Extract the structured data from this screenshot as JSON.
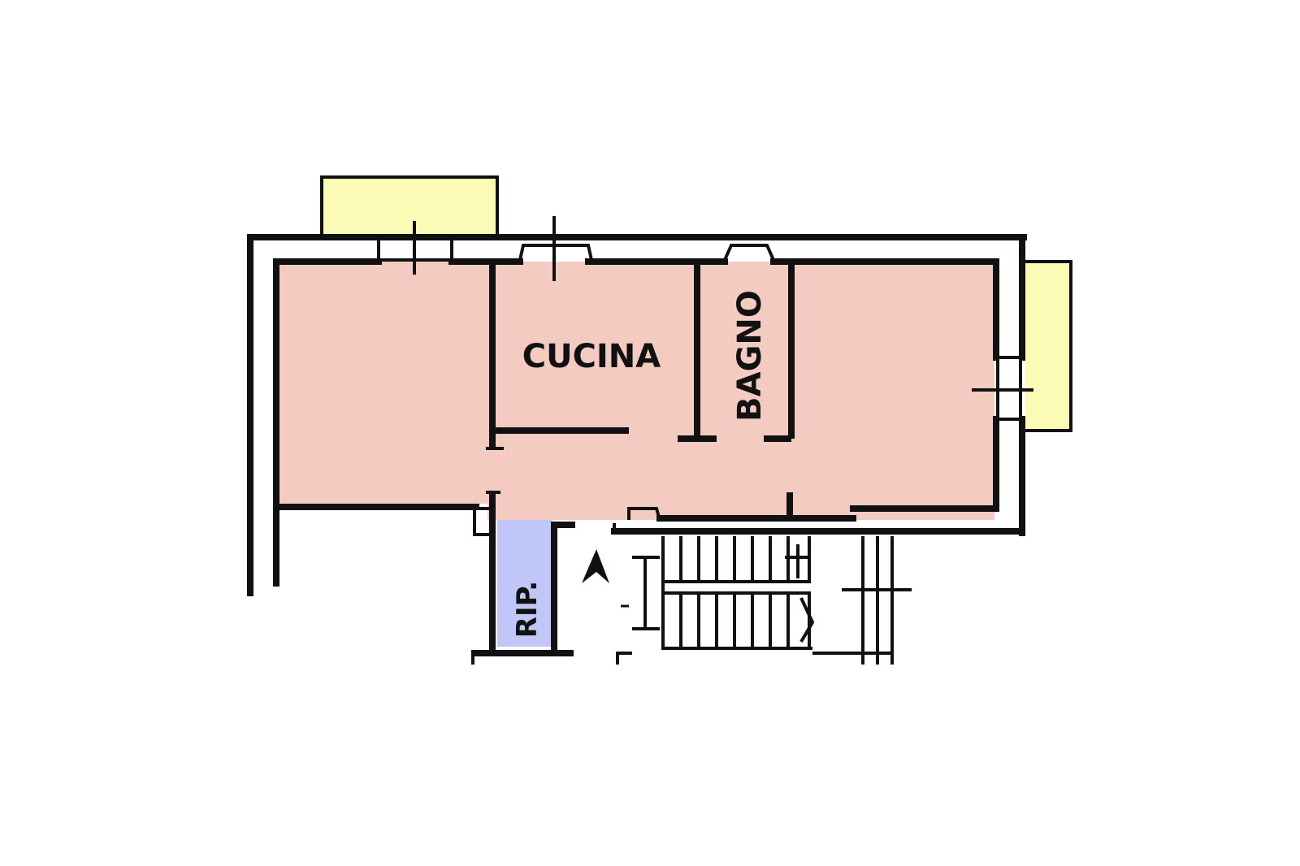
{
  "labels": {
    "kitchen": "CUCINA",
    "bathroom": "BAGNO",
    "storage": "RIP."
  },
  "colors": {
    "apartment": "#f4cbc1",
    "balcony": "#fbfbb6",
    "storage": "#c0c7f7",
    "wall": "#111111",
    "background": "#ffffff"
  },
  "icons": {
    "entrance_arrow": "north-arrow-icon",
    "stairs": "staircase-icon"
  }
}
